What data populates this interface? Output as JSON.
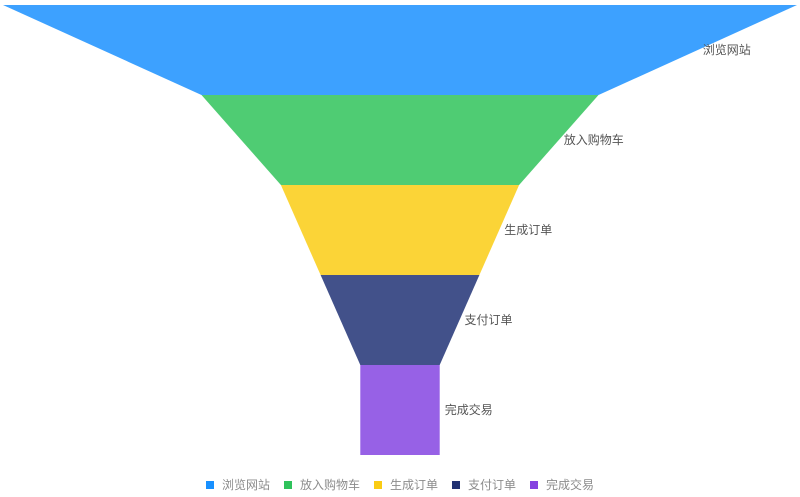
{
  "chart_data": {
    "type": "funnel",
    "categories": [
      "浏览网站",
      "放入购物车",
      "生成订单",
      "支付订单",
      "完成交易"
    ],
    "values": [
      100,
      50,
      30,
      20,
      10
    ],
    "max": 100,
    "fill_colors": [
      "#3da1ff",
      "#4fcc73",
      "#fbd437",
      "#42518a",
      "#9761e6"
    ],
    "legend_colors": [
      "#1890ff",
      "#2fc25b",
      "#facc14",
      "#223273",
      "#8543e0"
    ],
    "legend_position": "bottom"
  }
}
